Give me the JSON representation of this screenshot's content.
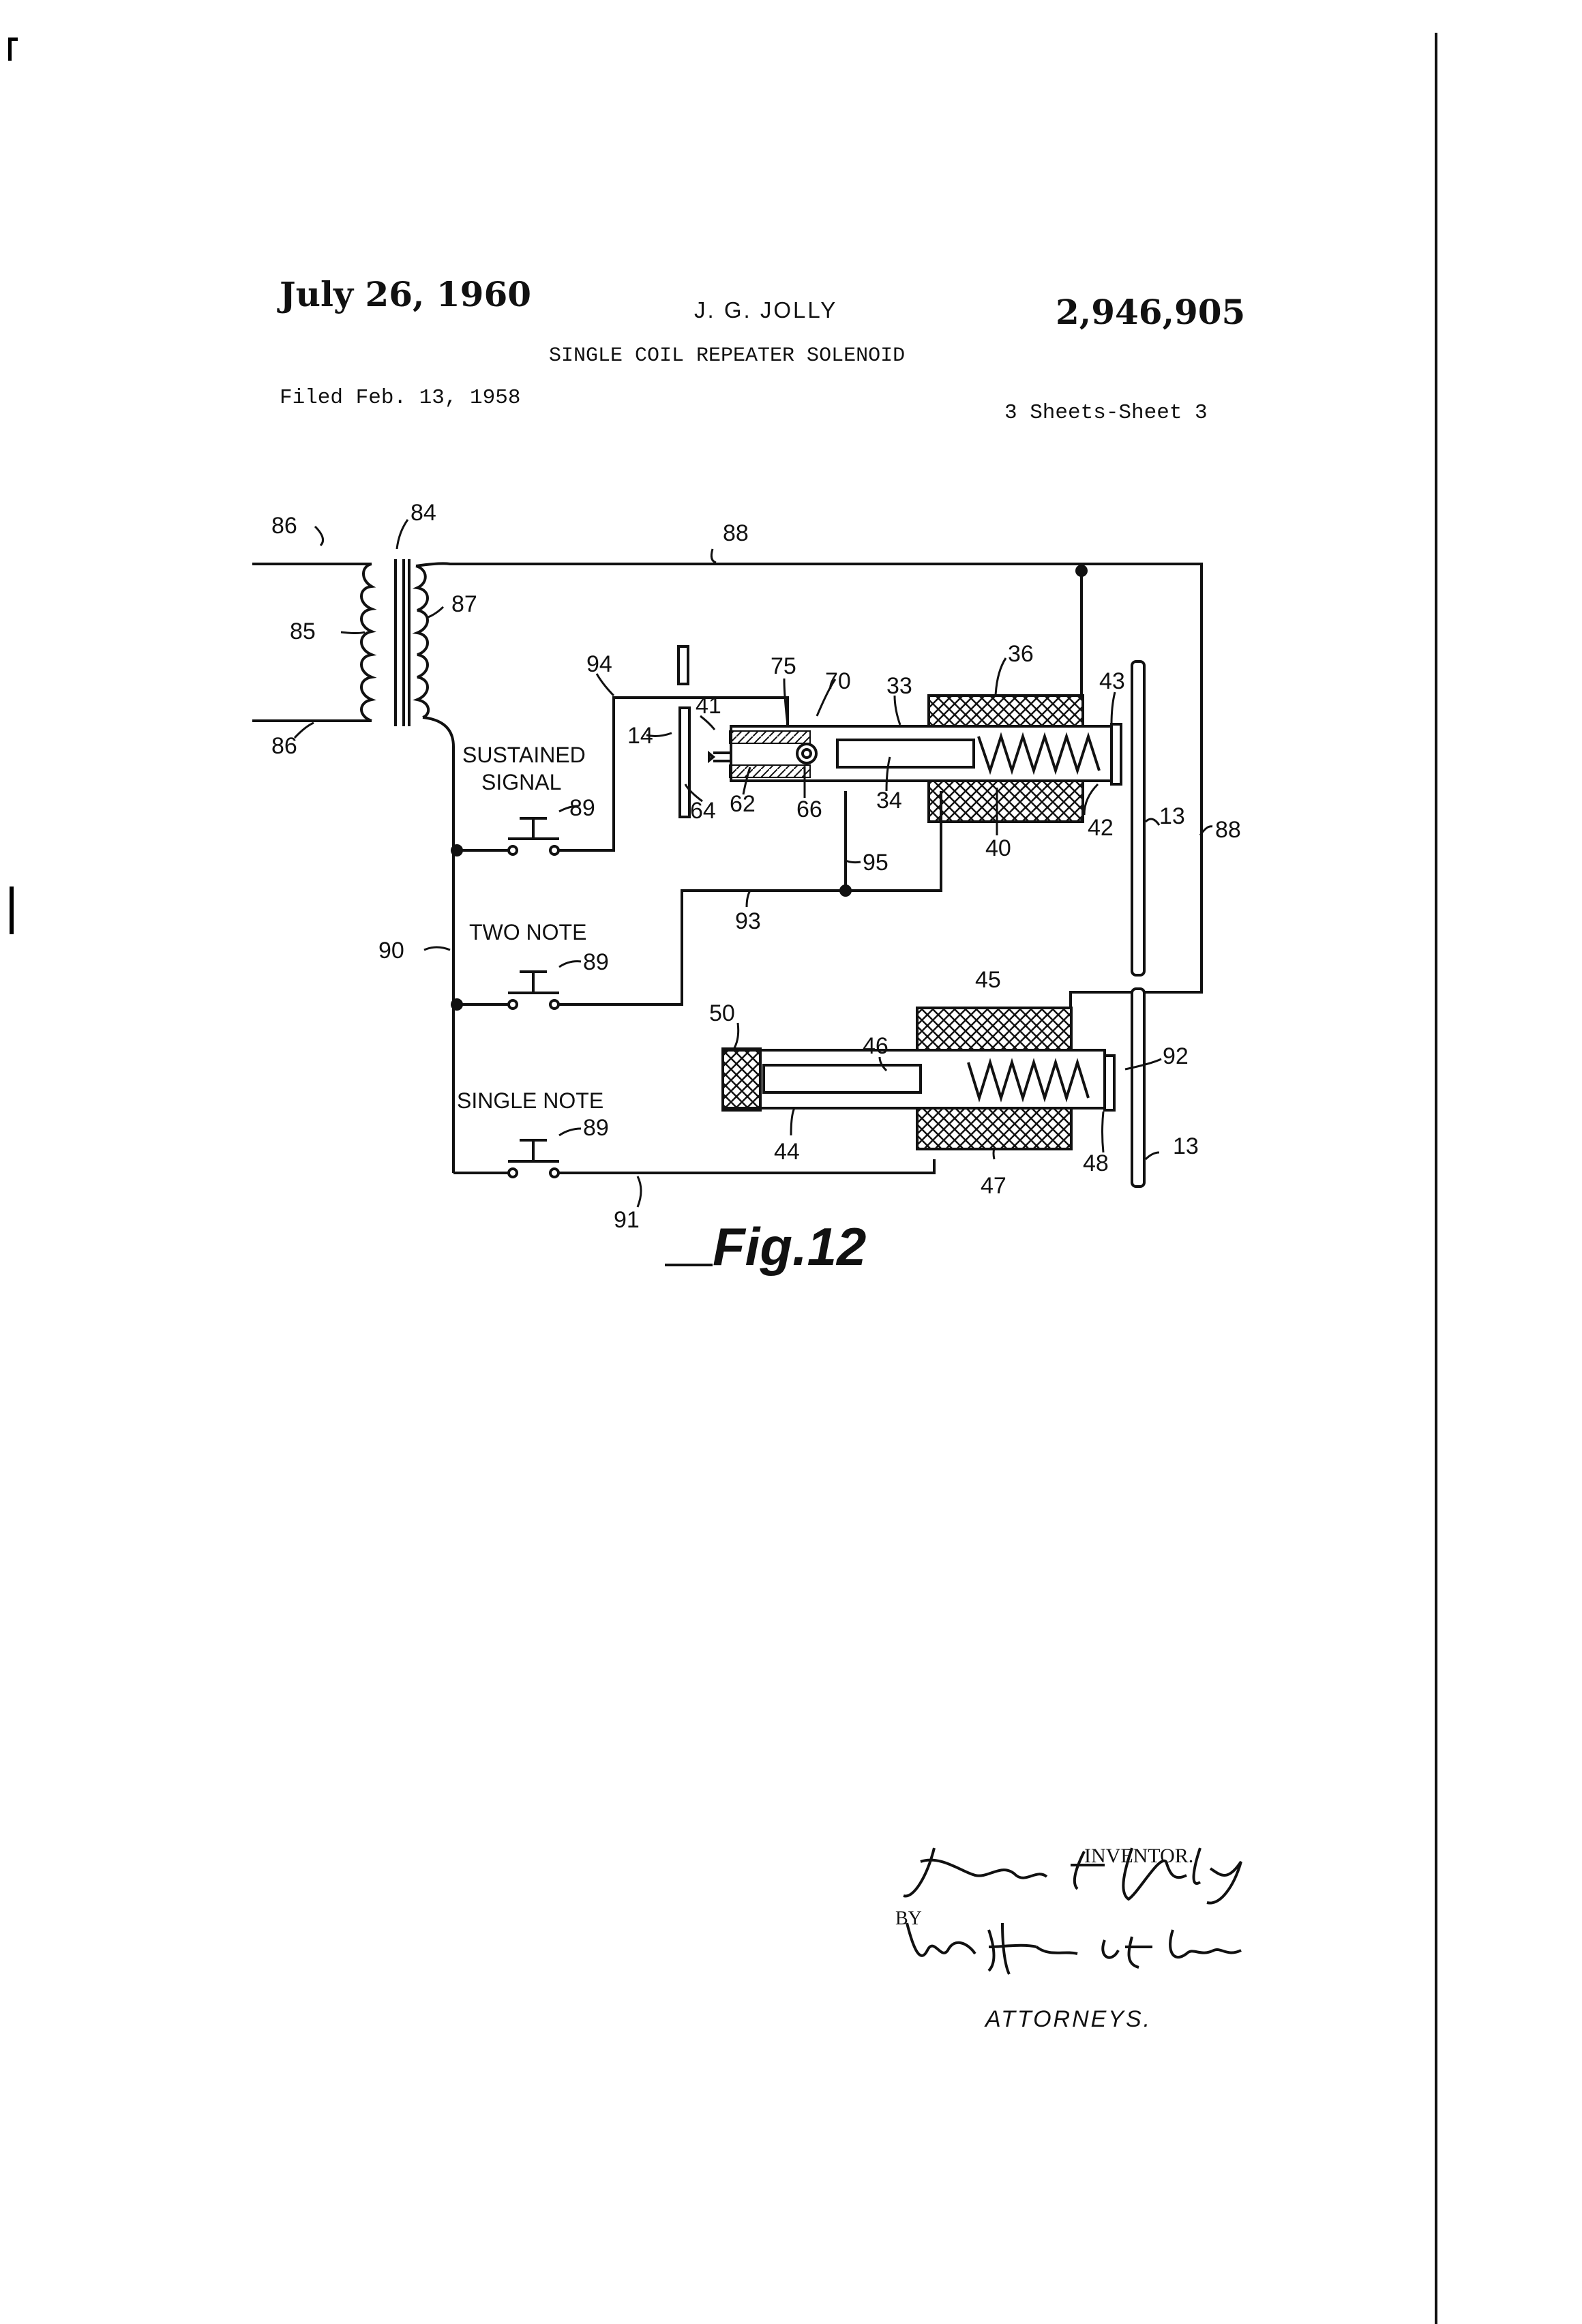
{
  "header": {
    "date": "July 26, 1960",
    "inventor": "J. G. JOLLY",
    "patent_number": "2,946,905",
    "title": "SINGLE COIL REPEATER SOLENOID",
    "filed": "Filed Feb. 13, 1958",
    "sheets": "3 Sheets-Sheet 3"
  },
  "figure": {
    "caption": "Fig.12",
    "switches": {
      "sustained_line1": "SUSTAINED",
      "sustained_line2": "SIGNAL",
      "two_note": "TWO NOTE",
      "single_note": "SINGLE NOTE"
    },
    "refs": {
      "r86a": "86",
      "r84": "84",
      "r88a": "88",
      "r85": "85",
      "r87": "87",
      "r86b": "86",
      "r94": "94",
      "r75": "75",
      "r70": "70",
      "r33": "33",
      "r36": "36",
      "r43": "43",
      "r14": "14",
      "r41": "41",
      "r64": "64",
      "r62": "62",
      "r66": "66",
      "r34": "34",
      "r40": "40",
      "r42": "42",
      "r13a": "13",
      "r88b": "88",
      "r89a": "89",
      "r95": "95",
      "r93": "93",
      "r90": "90",
      "r89b": "89",
      "r45": "45",
      "r50": "50",
      "r46": "46",
      "r92": "92",
      "r89c": "89",
      "r44": "44",
      "r48": "48",
      "r13b": "13",
      "r47": "47",
      "r91": "91"
    }
  },
  "signature_block": {
    "inventor_label": "INVENTOR.",
    "by_label": "BY",
    "inventor_signature": "John G. Jolly.",
    "attorney_signature": "Wood, Herron & Evans.",
    "attorneys_label": "ATTORNEYS."
  }
}
